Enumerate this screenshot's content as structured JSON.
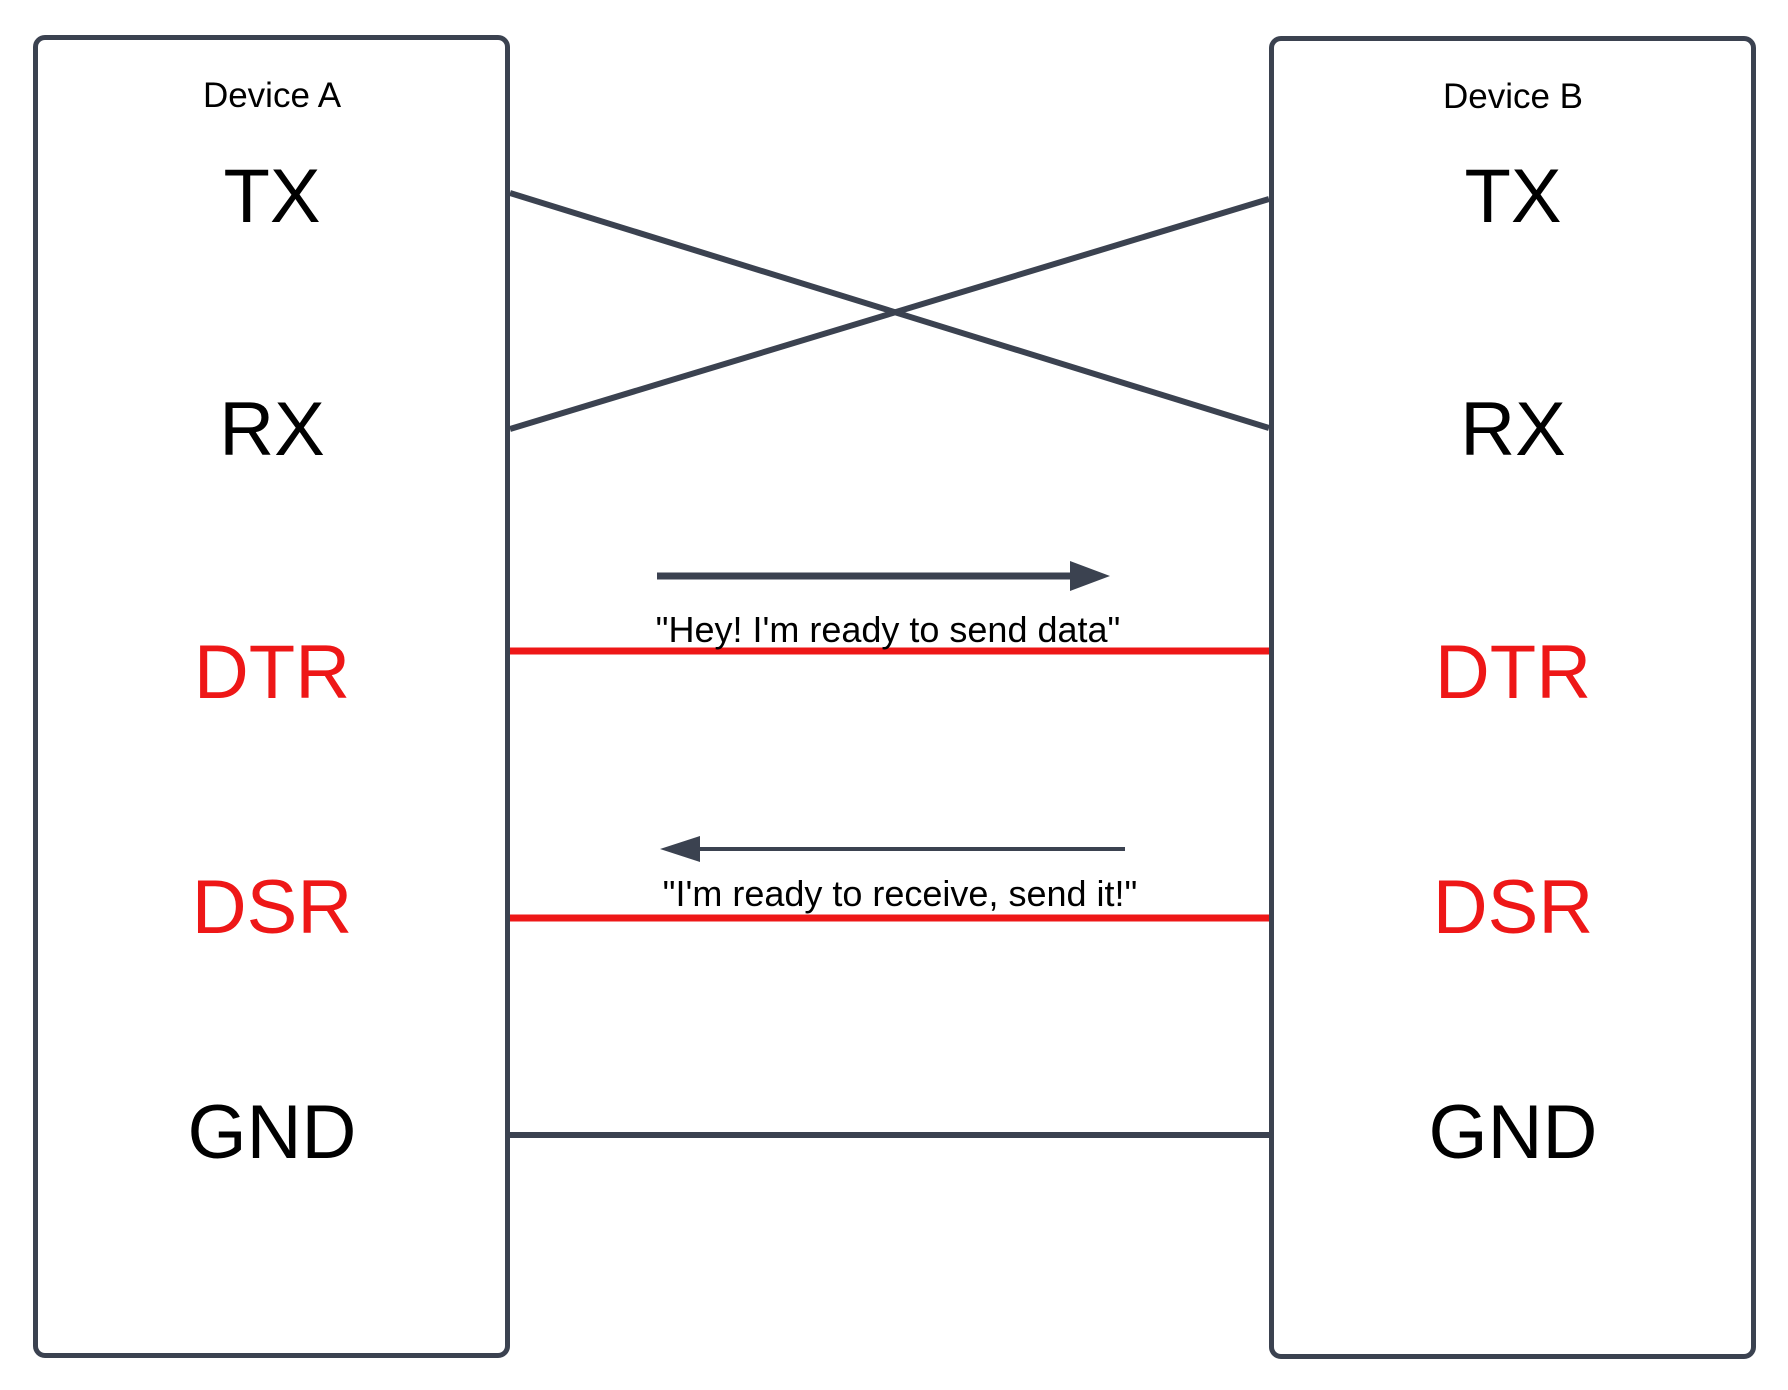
{
  "colors": {
    "wire": "#3b4250",
    "signal_red": "#ee1717",
    "text": "#000000",
    "background": "#ffffff"
  },
  "devices": {
    "a": {
      "label": "Device A",
      "pins": [
        {
          "id": "tx",
          "label": "TX",
          "color": "#000000"
        },
        {
          "id": "rx",
          "label": "RX",
          "color": "#000000"
        },
        {
          "id": "dtr",
          "label": "DTR",
          "color": "#ee1717"
        },
        {
          "id": "dsr",
          "label": "DSR",
          "color": "#ee1717"
        },
        {
          "id": "gnd",
          "label": "GND",
          "color": "#000000"
        }
      ]
    },
    "b": {
      "label": "Device B",
      "pins": [
        {
          "id": "tx",
          "label": "TX",
          "color": "#000000"
        },
        {
          "id": "rx",
          "label": "RX",
          "color": "#000000"
        },
        {
          "id": "dtr",
          "label": "DTR",
          "color": "#ee1717"
        },
        {
          "id": "dsr",
          "label": "DSR",
          "color": "#ee1717"
        },
        {
          "id": "gnd",
          "label": "GND",
          "color": "#000000"
        }
      ]
    }
  },
  "connections": {
    "a_tx_to_b_rx": {
      "from": "A.TX",
      "to": "B.RX",
      "color": "#3b4250"
    },
    "a_rx_to_b_tx": {
      "from": "A.RX",
      "to": "B.TX",
      "color": "#3b4250"
    },
    "dtr": {
      "from": "A.DTR",
      "to": "B.DTR",
      "color": "#ee1717"
    },
    "dsr": {
      "from": "A.DSR",
      "to": "B.DSR",
      "color": "#ee1717"
    },
    "gnd": {
      "from": "A.GND",
      "to": "B.GND",
      "color": "#3b4250"
    }
  },
  "messages": {
    "dtr_request": {
      "text": "\"Hey! I'm ready to send data\"",
      "direction": "right"
    },
    "dsr_reply": {
      "text": "\"I'm ready to receive, send it!\"",
      "direction": "left"
    }
  }
}
